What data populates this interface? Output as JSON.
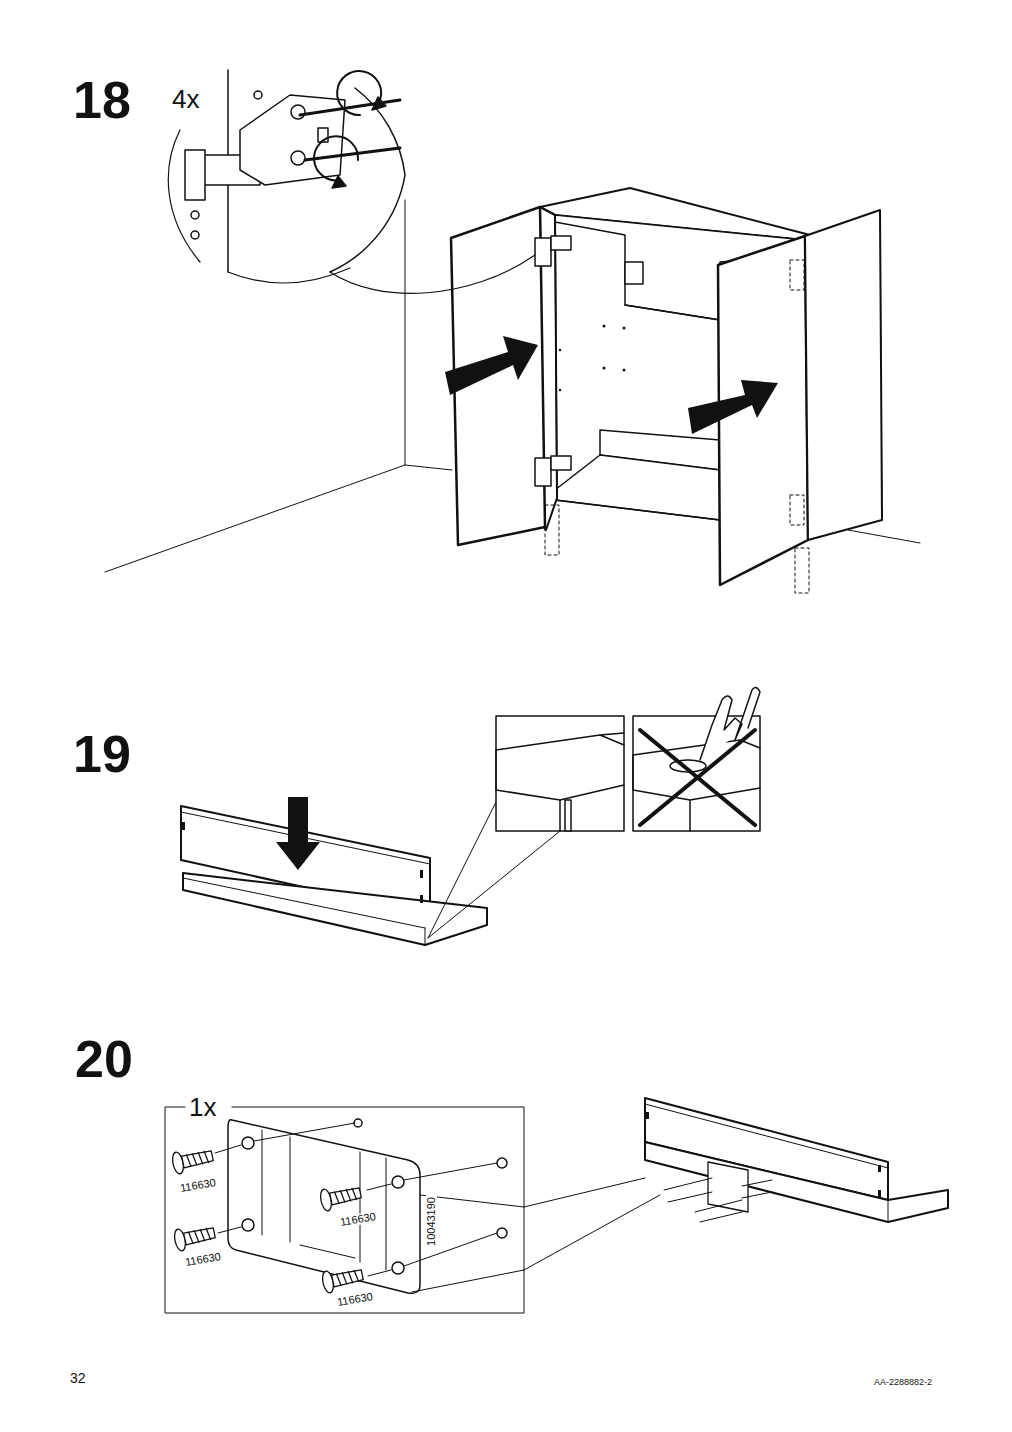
{
  "diagram": {
    "labels": [
      "18",
      "4x",
      "19",
      "20",
      "1x",
      "116630",
      "116630",
      "116630",
      "116630",
      "10043190",
      "32",
      "AA-2288882-2"
    ]
  }
}
